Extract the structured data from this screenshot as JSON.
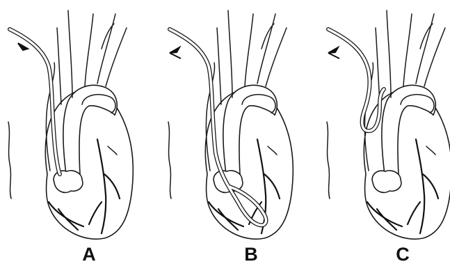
{
  "figure": {
    "panels": [
      {
        "label": "A",
        "arrow": "inward",
        "catheter_stage": "advancing"
      },
      {
        "label": "B",
        "arrow": "outward",
        "catheter_stage": "looped-in-ventricle"
      },
      {
        "label": "C",
        "arrow": "outward",
        "catheter_stage": "withdrawn-loop-in-aorta"
      }
    ]
  }
}
